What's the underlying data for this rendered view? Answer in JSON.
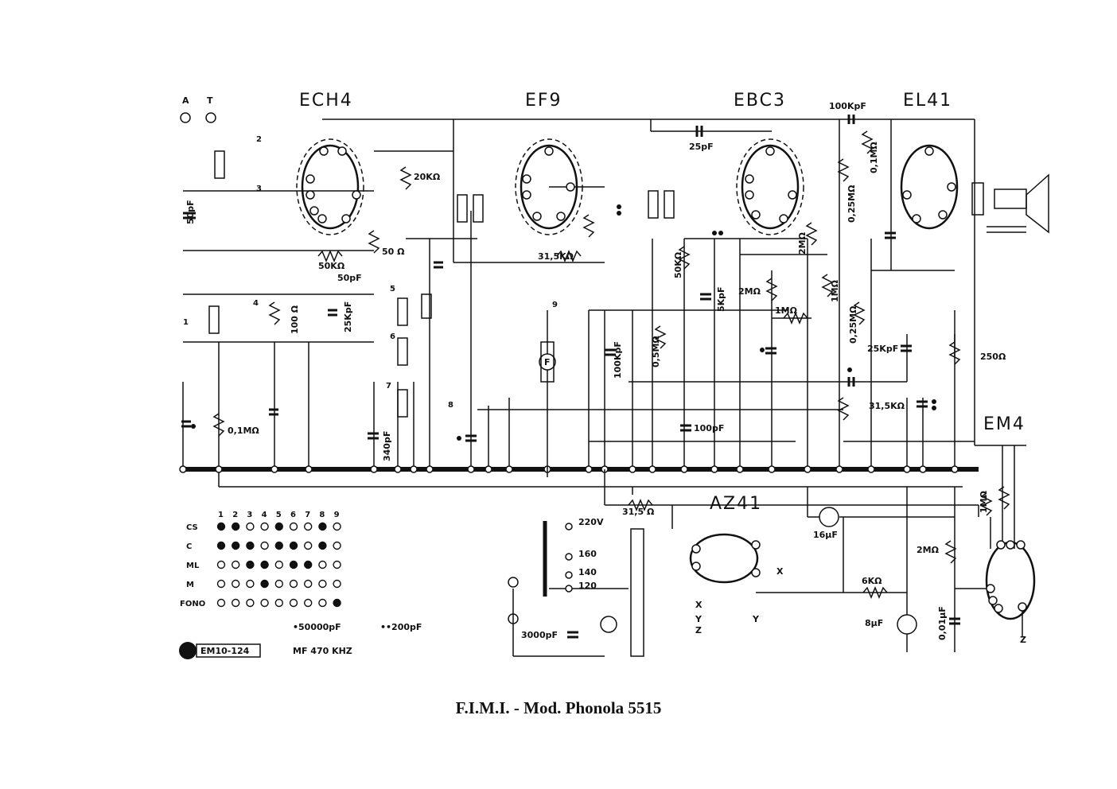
{
  "caption": "F.I.M.I. - Mod. Phonola 5515",
  "tubes": {
    "ech4": "ECH4",
    "ef9": "EF9",
    "ebc3": "EBC3",
    "el41": "EL41",
    "em4": "EM4",
    "az41": "AZ41"
  },
  "antenna": {
    "a": "A",
    "t": "T"
  },
  "components": {
    "c50pf": "50pF",
    "r50k": "50KΩ",
    "c50pf_b": "50pF",
    "r50ohm": "50 Ω",
    "r20k": "20KΩ",
    "r100": "100 Ω",
    "c25kpf": "25KpF",
    "r0_1m": "0,1MΩ",
    "c340pf": "340pF",
    "r31_5k": "31,5KΩ",
    "c25pf": "25pF",
    "c100kpf": "100KpF",
    "r0_1m_b": "0,1MΩ",
    "r0_25m": "0,25MΩ",
    "r50k_b": "50KΩ",
    "c5kpf": "5KpF",
    "r2m": "2MΩ",
    "r2m_b": "2MΩ",
    "r1m": "1MΩ",
    "r1m_b": "1MΩ",
    "r0_5m": "0,5MΩ",
    "c100kpf_b": "100KpF",
    "c100pf": "100pF",
    "r0_25m_b": "0,25MΩ",
    "c25kpf_b": "25KpF",
    "r31_5k_b": "31,5KΩ",
    "r250": "250Ω",
    "r31_5": "31,5 Ω",
    "c16uf": "16μF",
    "r2m_c": "2MΩ",
    "r6k": "6KΩ",
    "c8uf": "8μF",
    "c0_01uf": "0,01μF",
    "r1m_c": "1MΩ",
    "c3000pf": "3000pF",
    "fuse": "F"
  },
  "switch_numbers": [
    "1",
    "2",
    "3",
    "4",
    "5",
    "6",
    "7",
    "8",
    "9"
  ],
  "voltages": [
    "220V",
    "160",
    "140",
    "120"
  ],
  "xyz": [
    "X",
    "Y",
    "Z"
  ],
  "switch_table": {
    "columns": [
      "1",
      "2",
      "3",
      "4",
      "5",
      "6",
      "7",
      "8",
      "9"
    ],
    "rows": [
      {
        "label": "CS",
        "states": [
          1,
          1,
          0,
          0,
          1,
          0,
          0,
          1,
          0
        ]
      },
      {
        "label": "C",
        "states": [
          1,
          1,
          1,
          0,
          1,
          1,
          0,
          1,
          0
        ]
      },
      {
        "label": "ML",
        "states": [
          0,
          0,
          1,
          1,
          0,
          1,
          1,
          0,
          0
        ]
      },
      {
        "label": "M",
        "states": [
          0,
          0,
          0,
          1,
          0,
          0,
          0,
          0,
          0
        ]
      },
      {
        "label": "FONO",
        "states": [
          0,
          0,
          0,
          0,
          0,
          0,
          0,
          0,
          1
        ]
      }
    ]
  },
  "legend": {
    "single_dot": "•50000pF",
    "double_dot": "••200pF",
    "if_freq": "MF 470 KHZ",
    "model_code": "EM10-124"
  }
}
